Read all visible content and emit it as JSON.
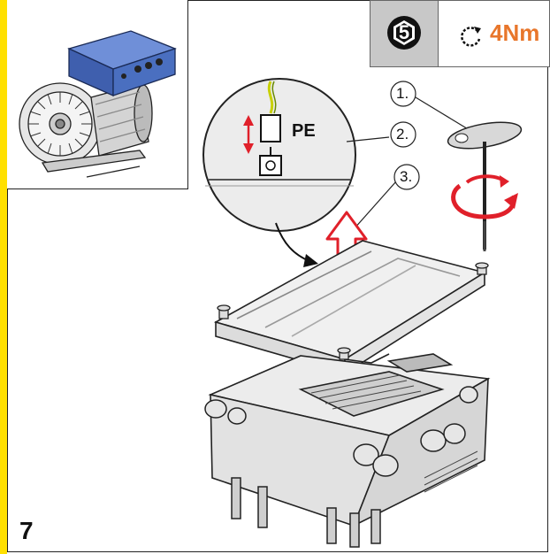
{
  "figure": {
    "number": "7"
  },
  "torque": {
    "step_number": "5",
    "value": "4Nm",
    "accent_color": "#e8762b",
    "panel_color": "#c8c8c8",
    "icon": "rotate-clockwise-icon"
  },
  "steps": [
    {
      "label": "1."
    },
    {
      "label": "2."
    },
    {
      "label": "3."
    }
  ],
  "detail": {
    "terminal_label": "PE"
  },
  "colors": {
    "side_bar": "#ffe000",
    "arrow_red": "#e0202a",
    "motor_blue": "#4a6fc0"
  },
  "icons": [
    "motor-thumbnail-icon",
    "screwdriver-icon",
    "lift-arrow-icon",
    "double-arrow-icon"
  ]
}
